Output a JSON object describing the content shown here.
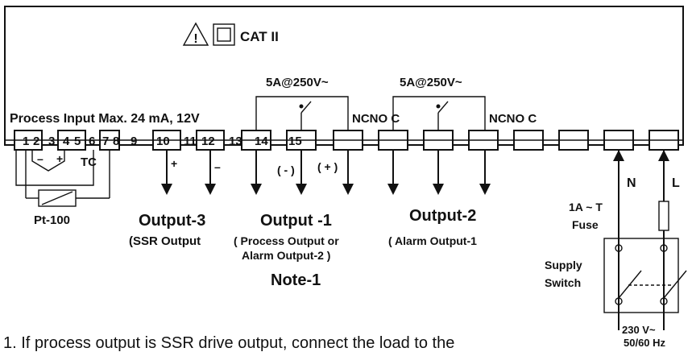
{
  "header": {
    "category": "CAT II",
    "warning_icon": "warning-triangle-icon",
    "insulation_icon": "double-square-icon"
  },
  "process_input": {
    "label": "Process Input Max. 24 mA, 12V",
    "terminal_numbers": [
      "1",
      "2",
      "3",
      "4",
      "5",
      "6",
      "7",
      "8",
      "9",
      "10",
      "11",
      "12",
      "13",
      "14",
      "15"
    ],
    "tc_label": "TC",
    "tc_minus": "–",
    "tc_plus": "+",
    "rtd_label": "Pt-100"
  },
  "relay_1": {
    "rating": "5A@250V~",
    "contact_label": "NCNO C"
  },
  "relay_2": {
    "rating": "5A@250V~",
    "contact_label": "NCNO C"
  },
  "output_3": {
    "title": "Output-3",
    "subtitle": "(SSR Output",
    "plus": "+",
    "minus": "–"
  },
  "output_1": {
    "title": "Output -1",
    "line1": "( Process Output or",
    "line2": "Alarm Output-2 )",
    "note": "Note-1",
    "minus": "( - )",
    "plus": "( + )"
  },
  "output_2": {
    "title": "Output-2",
    "subtitle": "( Alarm Output-1"
  },
  "supply": {
    "n_label": "N",
    "l_label": "L",
    "fuse_rating": "1A ~ T",
    "fuse_label": "Fuse",
    "switch_line1": "Supply",
    "switch_line2": "Switch",
    "voltage": "230 V~",
    "frequency": "50/60 Hz"
  },
  "footer_note": "1. If process output is SSR drive output, connect the load to the"
}
